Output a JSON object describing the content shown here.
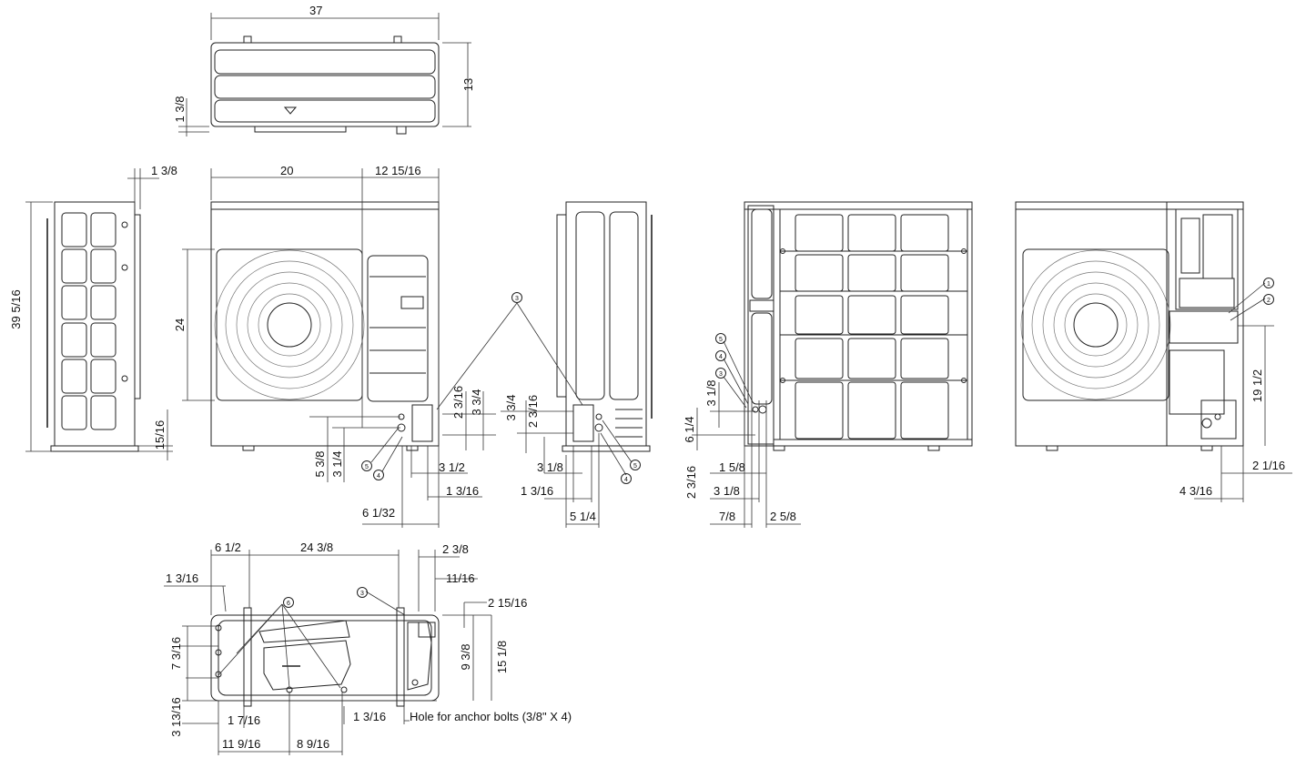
{
  "dimensions": {
    "top_width": "37",
    "top_depth": "13",
    "top_foot_height": "1 3/8",
    "side_offset_top": "1 3/8",
    "side_height": "39 5/16",
    "side_bottom": "15/16",
    "front_left_width": "20",
    "front_right_width": "12 15/16",
    "front_fan_height": "24",
    "front_port_y1": "2 3/16",
    "front_port_y2": "3 3/4",
    "front_5_3_8": "5 3/8",
    "front_3_1_4": "3 1/4",
    "front_3_1_2": "3 1/2",
    "front_1_3_16": "1 3/16",
    "front_6_1_32": "6 1/32",
    "rside_3_3_4": "3 3/4",
    "rside_2_3_16": "2 3/16",
    "rside_3_1_8": "3 1/8",
    "rside_1_3_16": "1 3/16",
    "rside_5_1_4": "5 1/4",
    "back_3_1_8": "3 1/8",
    "back_6_1_4": "6 1/4",
    "back_1_5_8": "1 5/8",
    "back_2_3_16": "2 3/16",
    "back_3_1_8b": "3 1/8",
    "back_7_8": "7/8",
    "back_2_5_8": "2 5/8",
    "open_19_1_2": "19 1/2",
    "open_2_1_16": "2 1/16",
    "open_4_3_16": "4 3/16",
    "base_6_1_2": "6 1/2",
    "base_24_3_8": "24 3/8",
    "base_2_3_8": "2 3/8",
    "base_1_3_16": "1 3/16",
    "base_11_16": "11/16",
    "base_2_15_16": "2 15/16",
    "base_7_3_16": "7 3/16",
    "base_9_3_8": "9 3/8",
    "base_15_1_8": "15 1/8",
    "base_3_13_16": "3 13/16",
    "base_1_7_16": "1 7/16",
    "base_1_3_16b": "1 3/16",
    "base_11_9_16": "11 9/16",
    "base_8_9_16": "8 9/16"
  },
  "callouts": {
    "c1": "1",
    "c2": "2",
    "c3": "3",
    "c4": "4",
    "c5": "5",
    "c6": "6"
  },
  "note": "Hole for anchor bolts (3/8\" X 4)"
}
